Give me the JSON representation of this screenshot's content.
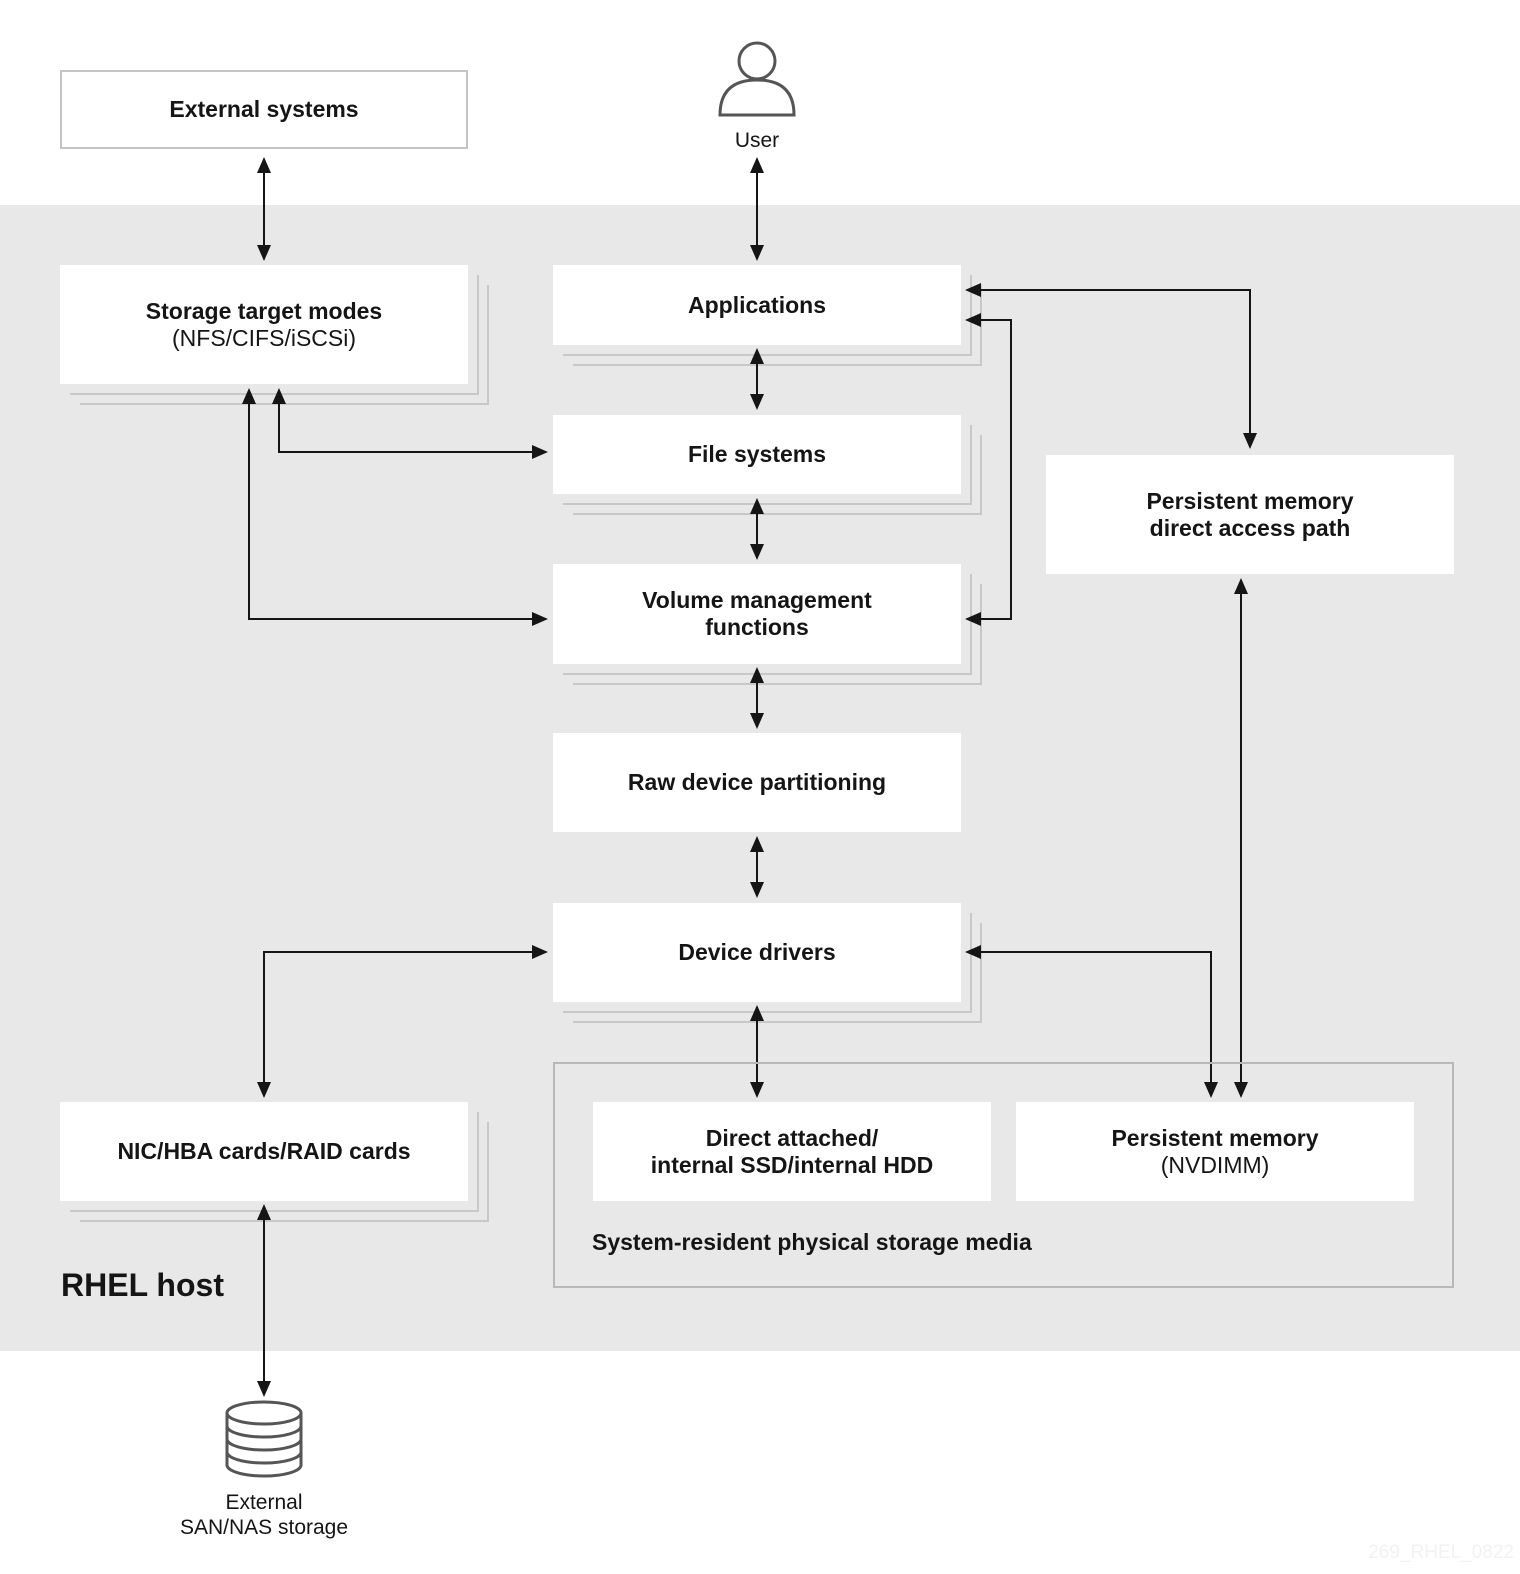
{
  "diagram": {
    "host_label": "RHEL host",
    "nodes": {
      "external_systems": {
        "line1": "External systems"
      },
      "user": {
        "label": "User"
      },
      "storage_target_modes": {
        "line1": "Storage target modes",
        "line2": "(NFS/CIFS/iSCSi)"
      },
      "applications": {
        "line1": "Applications"
      },
      "file_systems": {
        "line1": "File systems"
      },
      "volume_management": {
        "line1": "Volume management",
        "line2": "functions"
      },
      "raw_device_partitioning": {
        "line1": "Raw device partitioning"
      },
      "device_drivers": {
        "line1": "Device drivers"
      },
      "pmem_direct_access": {
        "line1": "Persistent memory",
        "line2": "direct access path"
      },
      "nic_hba_raid": {
        "line1": "NIC/HBA cards/RAID cards"
      },
      "direct_attached": {
        "line1": "Direct attached/",
        "line2": "internal SSD/internal HDD"
      },
      "persistent_memory": {
        "line1": "Persistent memory",
        "line2": "(NVDIMM)"
      },
      "external_san_nas": {
        "line1": "External",
        "line2": "SAN/NAS storage"
      }
    },
    "groups": {
      "system_resident": {
        "label": "System-resident physical storage media"
      }
    },
    "edges": [
      {
        "from": "external_systems",
        "to": "storage_target_modes",
        "direction": "both"
      },
      {
        "from": "user",
        "to": "applications",
        "direction": "both"
      },
      {
        "from": "applications",
        "to": "file_systems",
        "direction": "both"
      },
      {
        "from": "file_systems",
        "to": "volume_management",
        "direction": "both"
      },
      {
        "from": "volume_management",
        "to": "raw_device_partitioning",
        "direction": "both"
      },
      {
        "from": "raw_device_partitioning",
        "to": "device_drivers",
        "direction": "both"
      },
      {
        "from": "device_drivers",
        "to": "direct_attached",
        "direction": "both"
      },
      {
        "from": "storage_target_modes",
        "to": "file_systems",
        "direction": "both"
      },
      {
        "from": "storage_target_modes",
        "to": "volume_management",
        "direction": "both"
      },
      {
        "from": "volume_management",
        "to": "applications",
        "direction": "both"
      },
      {
        "from": "applications",
        "to": "pmem_direct_access",
        "direction": "both"
      },
      {
        "from": "pmem_direct_access",
        "to": "persistent_memory",
        "direction": "both"
      },
      {
        "from": "device_drivers",
        "to": "persistent_memory",
        "direction": "both"
      },
      {
        "from": "device_drivers",
        "to": "nic_hba_raid",
        "direction": "both"
      },
      {
        "from": "nic_hba_raid",
        "to": "external_san_nas",
        "direction": "both"
      }
    ],
    "image_code": "269_RHEL_0822"
  }
}
